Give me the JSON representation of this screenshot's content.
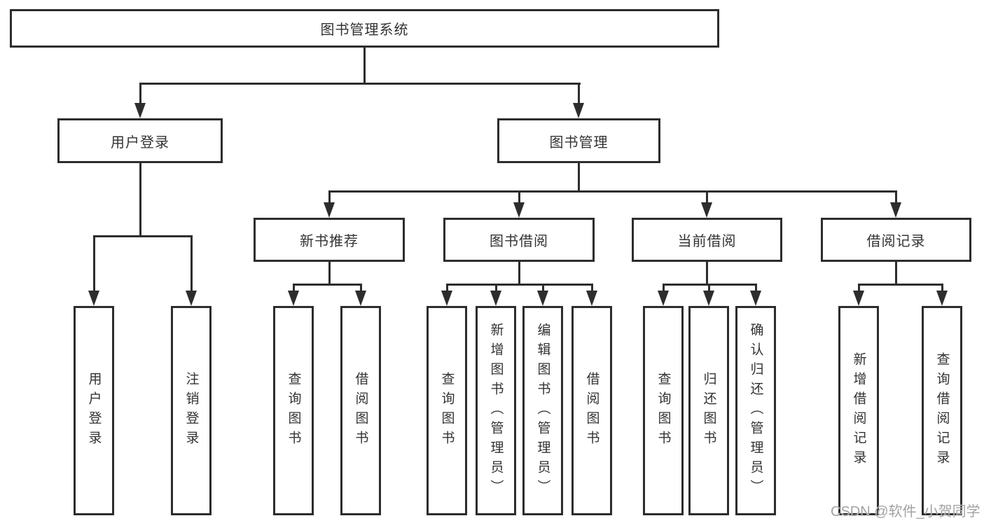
{
  "diagram": {
    "type": "hierarchy",
    "colors": {
      "line": "#2d2d2d",
      "box_fill": "#ffffff",
      "text": "#333333",
      "watermark": "#a3a3a3"
    },
    "nodes": {
      "root": {
        "label": "图书管理系统"
      },
      "user_login": {
        "label": "用户登录"
      },
      "book_mgmt": {
        "label": "图书管理"
      },
      "login_action": {
        "label": "用户登录"
      },
      "logout_action": {
        "label": "注销登录"
      },
      "new_book_rec": {
        "label": "新书推荐"
      },
      "book_borrow": {
        "label": "图书借阅"
      },
      "current_borrow": {
        "label": "当前借阅"
      },
      "borrow_record": {
        "label": "借阅记录"
      },
      "rec_query_book": {
        "label": "查询图书"
      },
      "rec_borrow_book": {
        "label": "借阅图书"
      },
      "bb_query_book": {
        "label": "查询图书"
      },
      "bb_add_book": {
        "label": "新增图书（管理员）"
      },
      "bb_edit_book": {
        "label": "编辑图书（管理员）"
      },
      "bb_borrow_book": {
        "label": "借阅图书"
      },
      "cb_query_book": {
        "label": "查询图书"
      },
      "cb_return_book": {
        "label": "归还图书"
      },
      "cb_confirm_return": {
        "label": "确认归还（管理员）"
      },
      "br_add_record": {
        "label": "新增借阅记录"
      },
      "br_query_record": {
        "label": "查询借阅记录"
      }
    },
    "edges": [
      [
        "root",
        "user_login"
      ],
      [
        "root",
        "book_mgmt"
      ],
      [
        "user_login",
        "login_action"
      ],
      [
        "user_login",
        "logout_action"
      ],
      [
        "book_mgmt",
        "new_book_rec"
      ],
      [
        "book_mgmt",
        "book_borrow"
      ],
      [
        "book_mgmt",
        "current_borrow"
      ],
      [
        "book_mgmt",
        "borrow_record"
      ],
      [
        "new_book_rec",
        "rec_query_book"
      ],
      [
        "new_book_rec",
        "rec_borrow_book"
      ],
      [
        "book_borrow",
        "bb_query_book"
      ],
      [
        "book_borrow",
        "bb_add_book"
      ],
      [
        "book_borrow",
        "bb_edit_book"
      ],
      [
        "book_borrow",
        "bb_borrow_book"
      ],
      [
        "current_borrow",
        "cb_query_book"
      ],
      [
        "current_borrow",
        "cb_return_book"
      ],
      [
        "current_borrow",
        "cb_confirm_return"
      ],
      [
        "borrow_record",
        "br_add_record"
      ],
      [
        "borrow_record",
        "br_query_record"
      ]
    ],
    "watermark": "CSDN @软件_小贺同学"
  }
}
